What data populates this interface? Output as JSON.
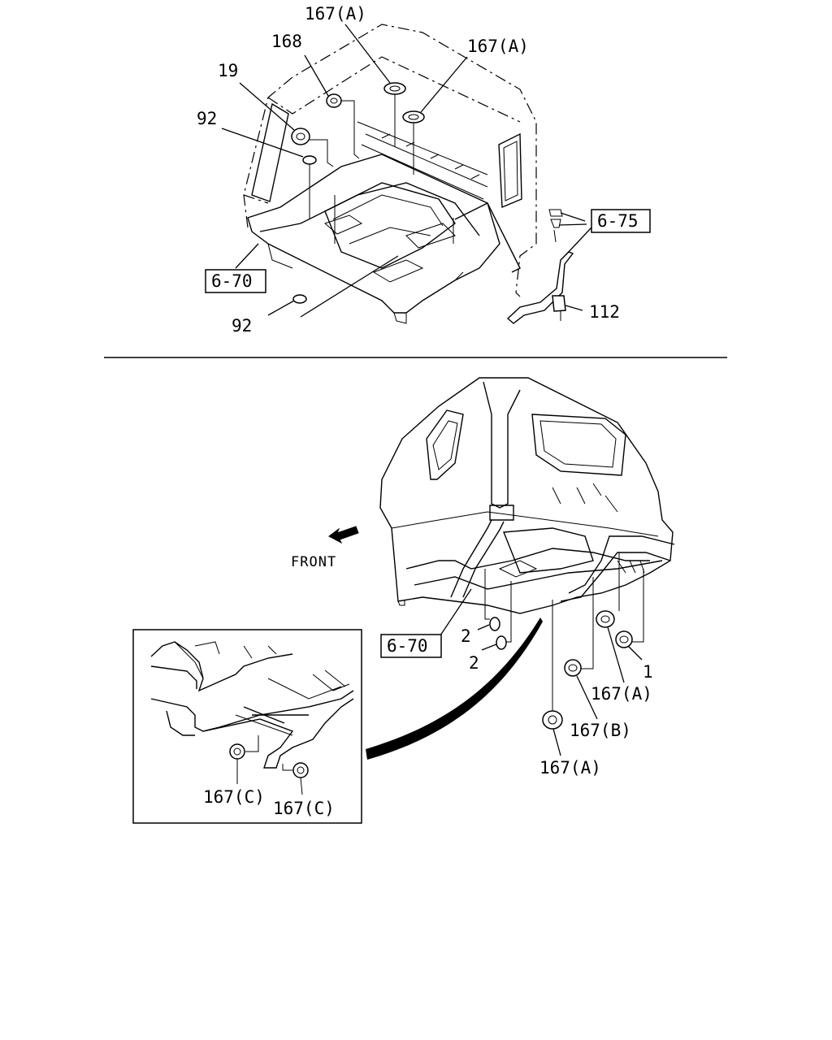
{
  "callouts": {
    "top_167a_1": "167(A)",
    "top_168": "168",
    "top_167a_2": "167(A)",
    "top_19": "19",
    "top_92_upper": "92",
    "top_92_lower": "92",
    "top_6_75": "6-75",
    "top_6_70": "6-70",
    "top_112": "112",
    "front": "FRONT",
    "bot_6_70": "6-70",
    "bot_2_upper": "2",
    "bot_2_lower": "2",
    "bot_1": "1",
    "bot_167a_right": "167(A)",
    "bot_167b": "167(B)",
    "bot_167a_bottom": "167(A)",
    "inset_167c_left": "167(C)",
    "inset_167c_right": "167(C)"
  }
}
